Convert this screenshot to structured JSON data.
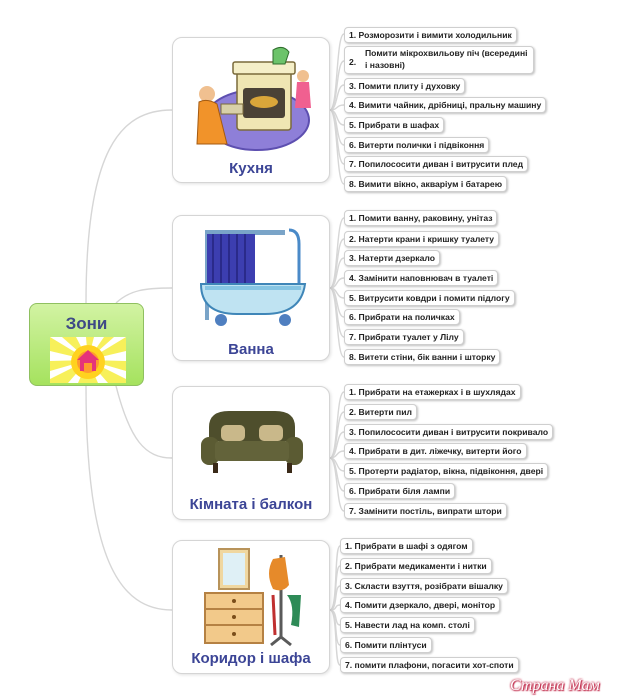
{
  "root": {
    "title": "Зони"
  },
  "zones": [
    {
      "title": "Кухня",
      "tasks": [
        "1. Розморозити і вимити холодильник",
        "Помити мікрохвильову піч (всередині і назовні)",
        "3. Помити плиту і духовку",
        "4. Вимити чайник, дрібниці, пральну машину",
        "5. Прибрати в шафах",
        "6. Витерти полички і підвіконня",
        "7. Попилососити диван і витрусити плед",
        "8. Вимити вікно, акваріум і батарею"
      ],
      "task2_number": "2."
    },
    {
      "title": "Ванна",
      "tasks": [
        "1. Помити ванну, раковину, унітаз",
        "2. Натерти крани і кришку туалету",
        "3. Натерти дзеркало",
        "4. Замінити наповнювач в туалеті",
        "5. Витрусити ковдри і помити підлогу",
        "6. Прибрати на поличках",
        "7. Прибрати туалет у Лілу",
        "8. Витети стіни, бік ванни і шторку"
      ]
    },
    {
      "title": "Кімната і балкон",
      "tasks": [
        "1. Прибрати на етажерках і в шухлядах",
        "2. Витерти пил",
        "3. Попилососити диван і витрусити покривало",
        "4. Прибрати в дит. ліжечку, витерти його",
        "5. Протерти радіатор, вікна, підвіконня, двері",
        "6. Прибрати біля лампи",
        "7. Замінити постіль, випрати штори"
      ]
    },
    {
      "title": "Коридор і шафа",
      "tasks": [
        "1. Прибрати в шафі з одягом",
        "2. Прибрати медикаменти і нитки",
        "3. Скласти взуття, розібрати вішалку",
        "4. Помити дзеркало, двері, монітор",
        "5. Навести лад на комп. столі",
        "6. Помити плінтуси",
        "7. помити плафони, погасити хот-споти"
      ]
    }
  ],
  "watermark": "Страна Мам",
  "colors": {
    "root_bg": "#b8ea78",
    "zone_title": "#3c4596",
    "connector": "#d4d4d4"
  }
}
